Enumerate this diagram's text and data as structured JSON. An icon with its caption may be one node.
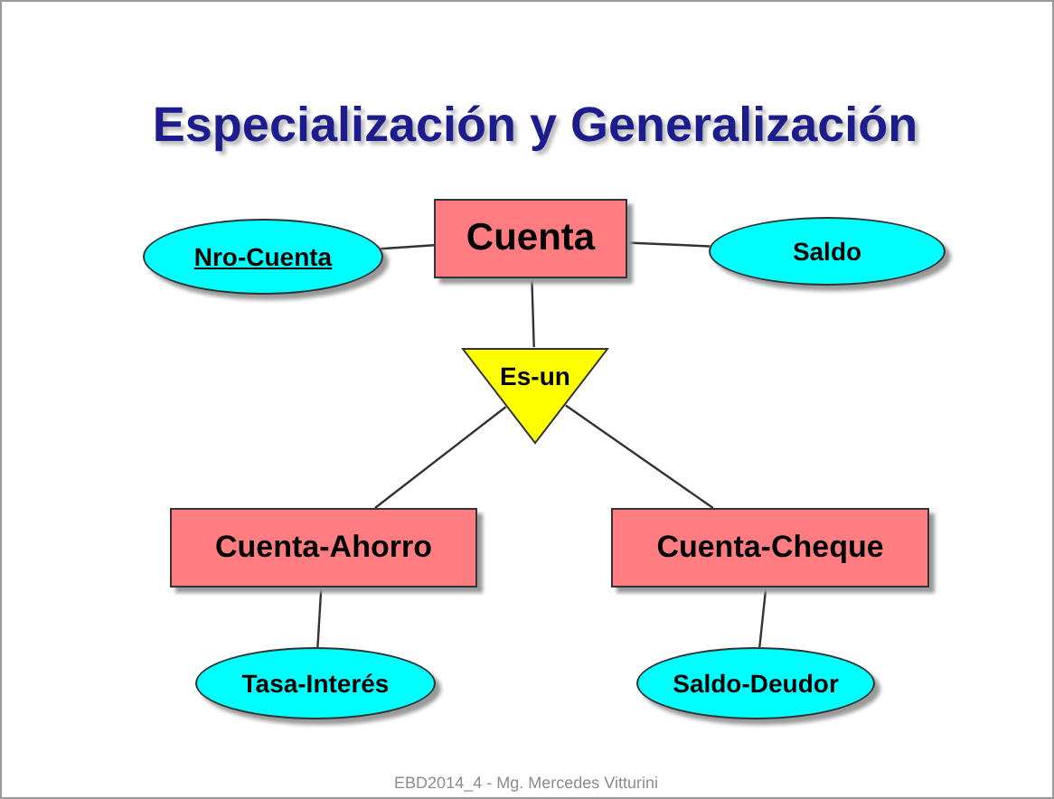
{
  "diagram": {
    "title": "Especialización y Generalización",
    "nodes": [
      {
        "text": [
          "Cuenta"
        ]
      },
      {
        "text": [
          "Nro-Cuenta"
        ]
      },
      {
        "text": [
          "Saldo"
        ]
      },
      {
        "text": [
          "Es-un"
        ]
      },
      {
        "text": [
          "Cuenta-Ahorro"
        ]
      },
      {
        "text": [
          "Cuenta-Cheque"
        ]
      },
      {
        "text": [
          "Tasa-Interés"
        ]
      },
      {
        "text": [
          "Saldo-Deudor"
        ]
      }
    ],
    "edges": [
      {
        "from": 0,
        "to": 1,
        "arrow": "none"
      },
      {
        "from": 0,
        "to": 2,
        "arrow": "none"
      },
      {
        "from": 0,
        "to": 3,
        "arrow": "none"
      },
      {
        "from": 3,
        "to": 4,
        "arrow": "none"
      },
      {
        "from": 3,
        "to": 5,
        "arrow": "none"
      },
      {
        "from": 4,
        "to": 6,
        "arrow": "none"
      },
      {
        "from": 5,
        "to": 7,
        "arrow": "none"
      }
    ],
    "labels": [
      "EBD2014_4 - Mg. Mercedes Vitturini"
    ]
  }
}
